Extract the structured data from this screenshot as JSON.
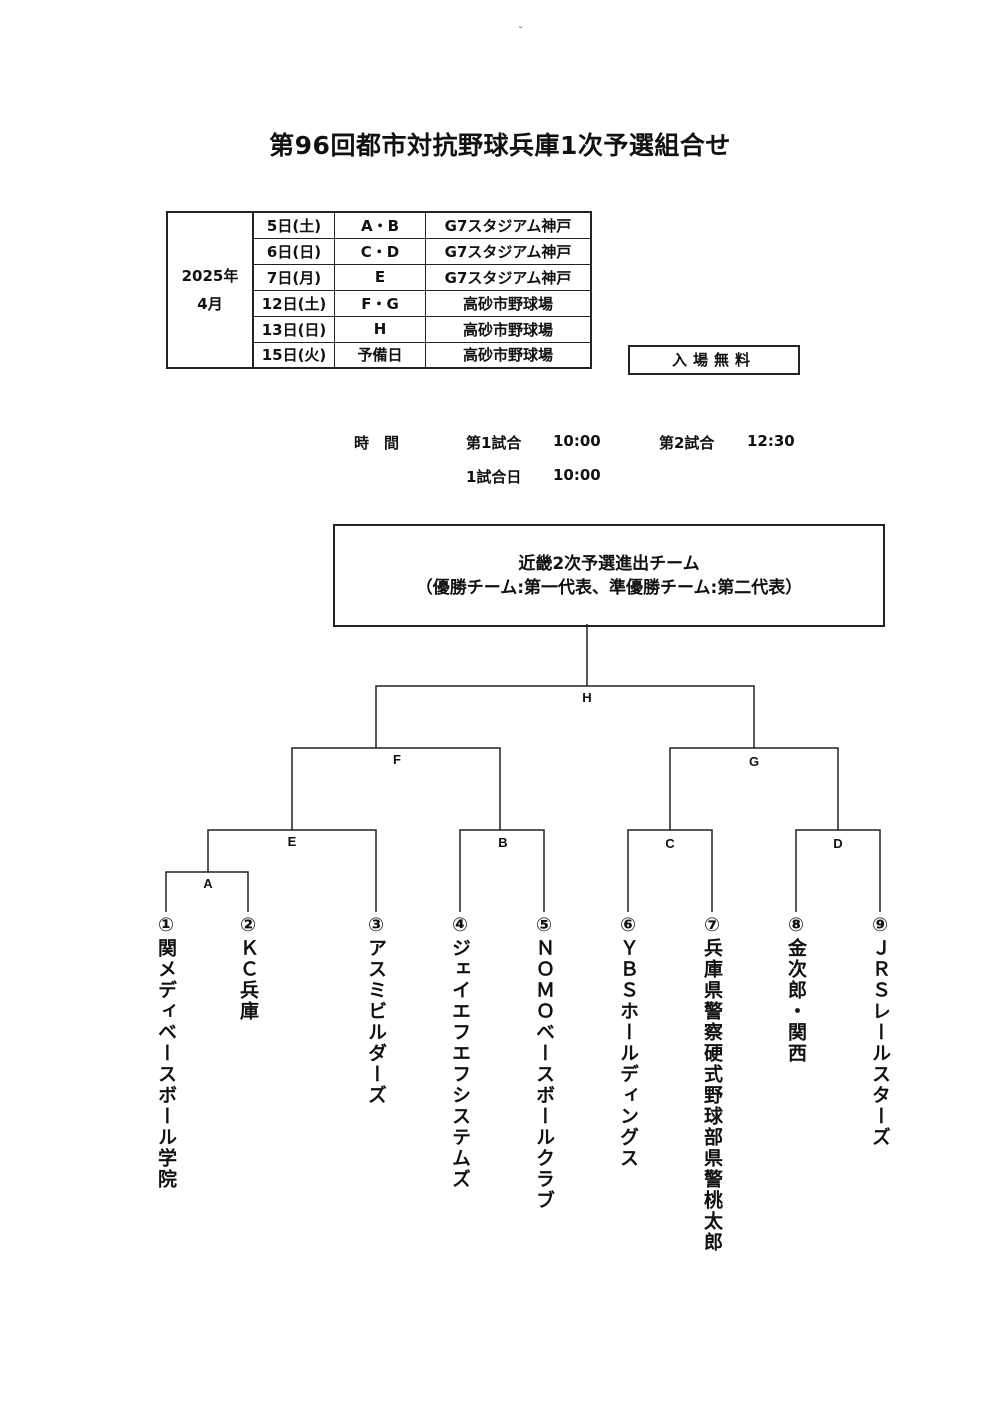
{
  "mark": "ᵕ",
  "title": "第96回都市対抗野球兵庫1次予選組合せ",
  "schedule": {
    "year_month": [
      "2025年",
      "4月"
    ],
    "rows": [
      {
        "date": "5日(土)",
        "games": "A・B",
        "venue": "G7スタジアム神戸"
      },
      {
        "date": "6日(日)",
        "games": "C・D",
        "venue": "G7スタジアム神戸"
      },
      {
        "date": "7日(月)",
        "games": "E",
        "venue": "G7スタジアム神戸"
      },
      {
        "date": "12日(土)",
        "games": "F・G",
        "venue": "高砂市野球場"
      },
      {
        "date": "13日(日)",
        "games": "H",
        "venue": "高砂市野球場"
      },
      {
        "date": "15日(火)",
        "games": "予備日",
        "venue": "高砂市野球場"
      }
    ]
  },
  "admission": "入場無料",
  "times": {
    "label": "時　間",
    "game1_label": "第1試合",
    "game1_time": "10:00",
    "game2_label": "第2試合",
    "game2_time": "12:30",
    "oneday_label": "1試合日",
    "oneday_time": "10:00"
  },
  "final_box": {
    "line1": "近畿2次予選進出チーム",
    "line2": "（優勝チーム:第一代表、準優勝チーム:第二代表）"
  },
  "games": {
    "A": "A",
    "B": "B",
    "C": "C",
    "D": "D",
    "E": "E",
    "F": "F",
    "G": "G",
    "H": "H"
  },
  "teams": [
    {
      "no": "①",
      "name": "関メディベースボール学院"
    },
    {
      "no": "②",
      "name": "ＫＣ兵庫"
    },
    {
      "no": "③",
      "name": "アスミビルダーズ"
    },
    {
      "no": "④",
      "name": "ジェイエフエフシステムズ"
    },
    {
      "no": "⑤",
      "name": "ＮＯＭＯベースボールクラブ"
    },
    {
      "no": "⑥",
      "name": "ＹＢＳホールディングス"
    },
    {
      "no": "⑦",
      "name": "兵庫県警察硬式野球部県警桃太郎"
    },
    {
      "no": "⑧",
      "name": "金次郎・関西"
    },
    {
      "no": "⑨",
      "name": "ＪＲＳレールスターズ"
    }
  ]
}
